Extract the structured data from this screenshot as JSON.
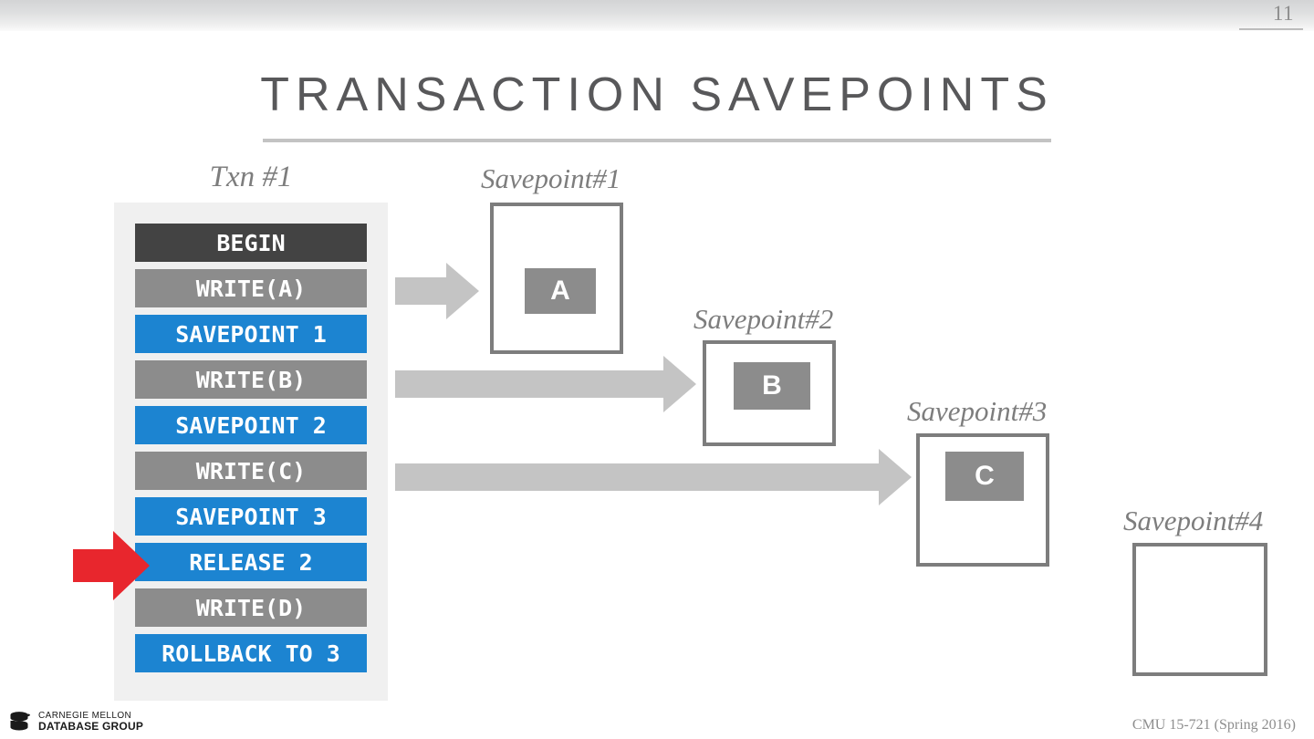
{
  "header": {
    "page_number": "11"
  },
  "title": "TRANSACTION SAVEPOINTS",
  "txn": {
    "label": "Txn #1",
    "rows": [
      {
        "text": "BEGIN",
        "kind": "begin"
      },
      {
        "text": "WRITE(A)",
        "kind": "write"
      },
      {
        "text": "SAVEPOINT 1",
        "kind": "sp"
      },
      {
        "text": "WRITE(B)",
        "kind": "write"
      },
      {
        "text": "SAVEPOINT 2",
        "kind": "sp"
      },
      {
        "text": "WRITE(C)",
        "kind": "write"
      },
      {
        "text": "SAVEPOINT 3",
        "kind": "sp"
      },
      {
        "text": "RELEASE 2",
        "kind": "sp"
      },
      {
        "text": "WRITE(D)",
        "kind": "write"
      },
      {
        "text": "ROLLBACK TO 3",
        "kind": "sp"
      }
    ],
    "current_row_index": 7
  },
  "savepoints": [
    {
      "label": "Savepoint#1",
      "item": "A"
    },
    {
      "label": "Savepoint#2",
      "item": "B"
    },
    {
      "label": "Savepoint#3",
      "item": "C"
    },
    {
      "label": "Savepoint#4",
      "item": ""
    }
  ],
  "footer": {
    "logo_line1": "CARNEGIE MELLON",
    "logo_line2": "DATABASE GROUP",
    "course": "CMU 15-721 (Spring 2016)"
  },
  "colors": {
    "begin": "#434343",
    "write": "#8c8c8c",
    "savepoint": "#1c84d1",
    "pointer": "#e8262d",
    "arrow": "#c4c4c4",
    "box_border": "#7d7d7d",
    "title_text": "#58585a"
  }
}
